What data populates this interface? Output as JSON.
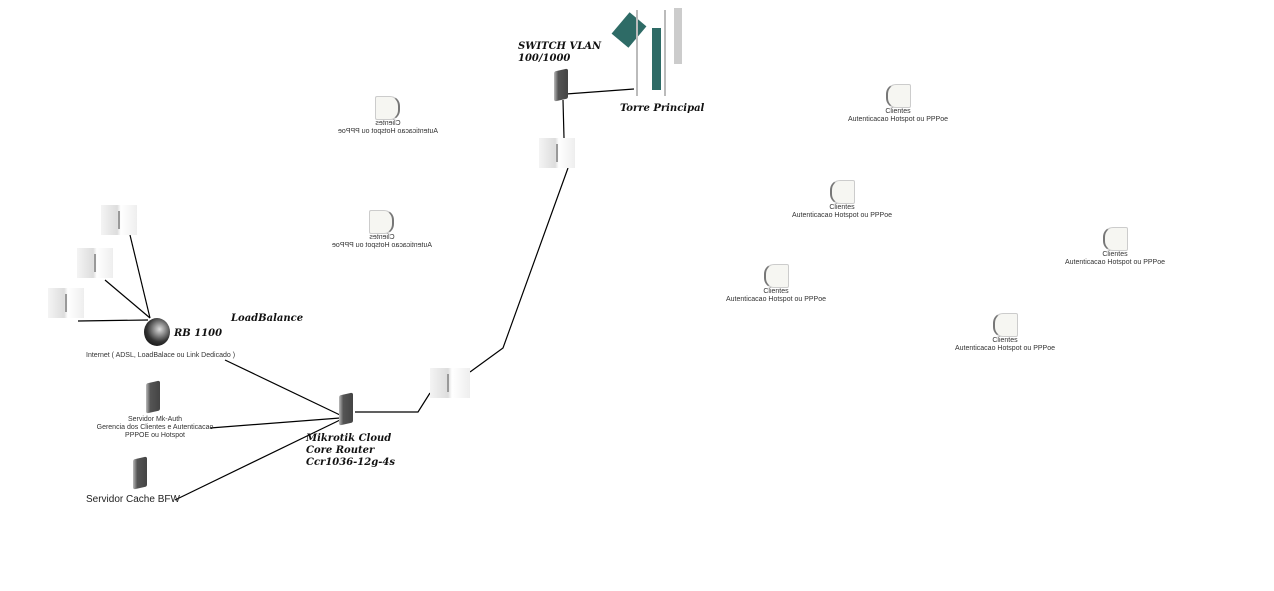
{
  "switch": {
    "line1": "SWITCH VLAN",
    "line2": "100/1000"
  },
  "tower": {
    "label": "Torre Principal"
  },
  "loadbalance": {
    "label": "LoadBalance"
  },
  "rb1100": {
    "label": "RB 1100",
    "caption": "Internet ( ADSL, LoadBalace ou Link Dedicado )"
  },
  "mkauth": {
    "line1": "Servidor Mk-Auth",
    "line2": "Gerencia dos Clientes e Autenticacao",
    "line3": "PPPOE ou Hotspot"
  },
  "cache": {
    "label": "Servidor Cache BFW"
  },
  "ccr": {
    "line1": "Mikrotik Cloud",
    "line2": "Core Router",
    "line3": "Ccr1036-12g-4s"
  },
  "clients": {
    "title": "Clientes",
    "subtitle": "Autenticacao Hotspot ou PPPoe"
  }
}
